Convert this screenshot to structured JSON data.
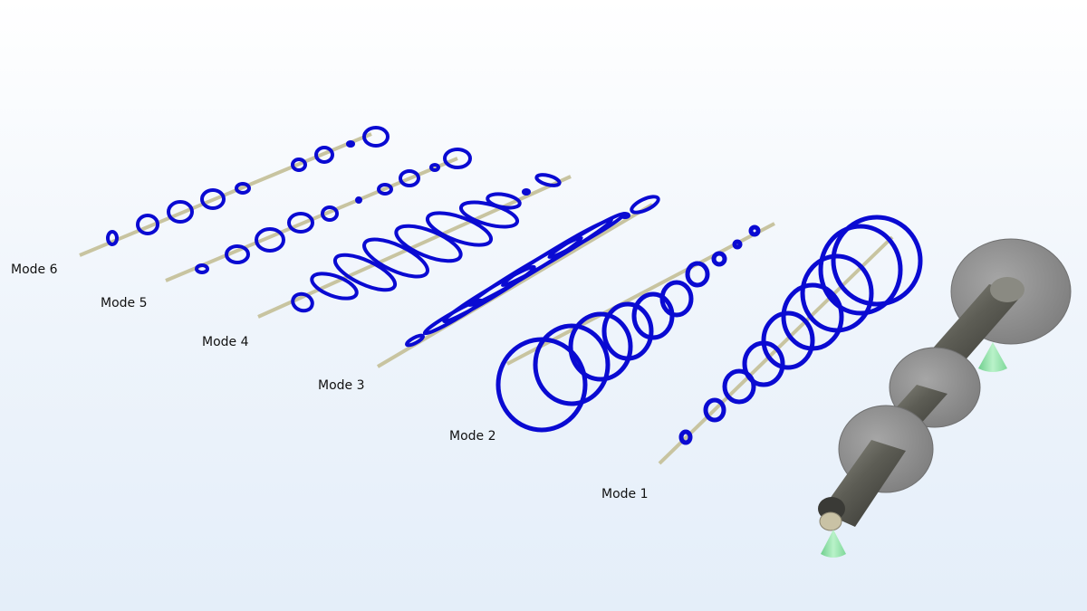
{
  "colors": {
    "orbit": "#0a0ad2",
    "shaft_line": "#c8c4a0",
    "disk": "#8c8c8c",
    "shaft_body": "#6e6e66",
    "bearing": "#8fe0a8"
  },
  "modes": [
    {
      "id": "mode6",
      "label": "Mode 6"
    },
    {
      "id": "mode5",
      "label": "Mode 5"
    },
    {
      "id": "mode4",
      "label": "Mode 4"
    },
    {
      "id": "mode3",
      "label": "Mode 3"
    },
    {
      "id": "mode2",
      "label": "Mode 2"
    },
    {
      "id": "mode1",
      "label": "Mode 1"
    }
  ],
  "rotor_model": {
    "disks": 3,
    "bearings": 2,
    "icon": "rotor-assembly-icon"
  }
}
